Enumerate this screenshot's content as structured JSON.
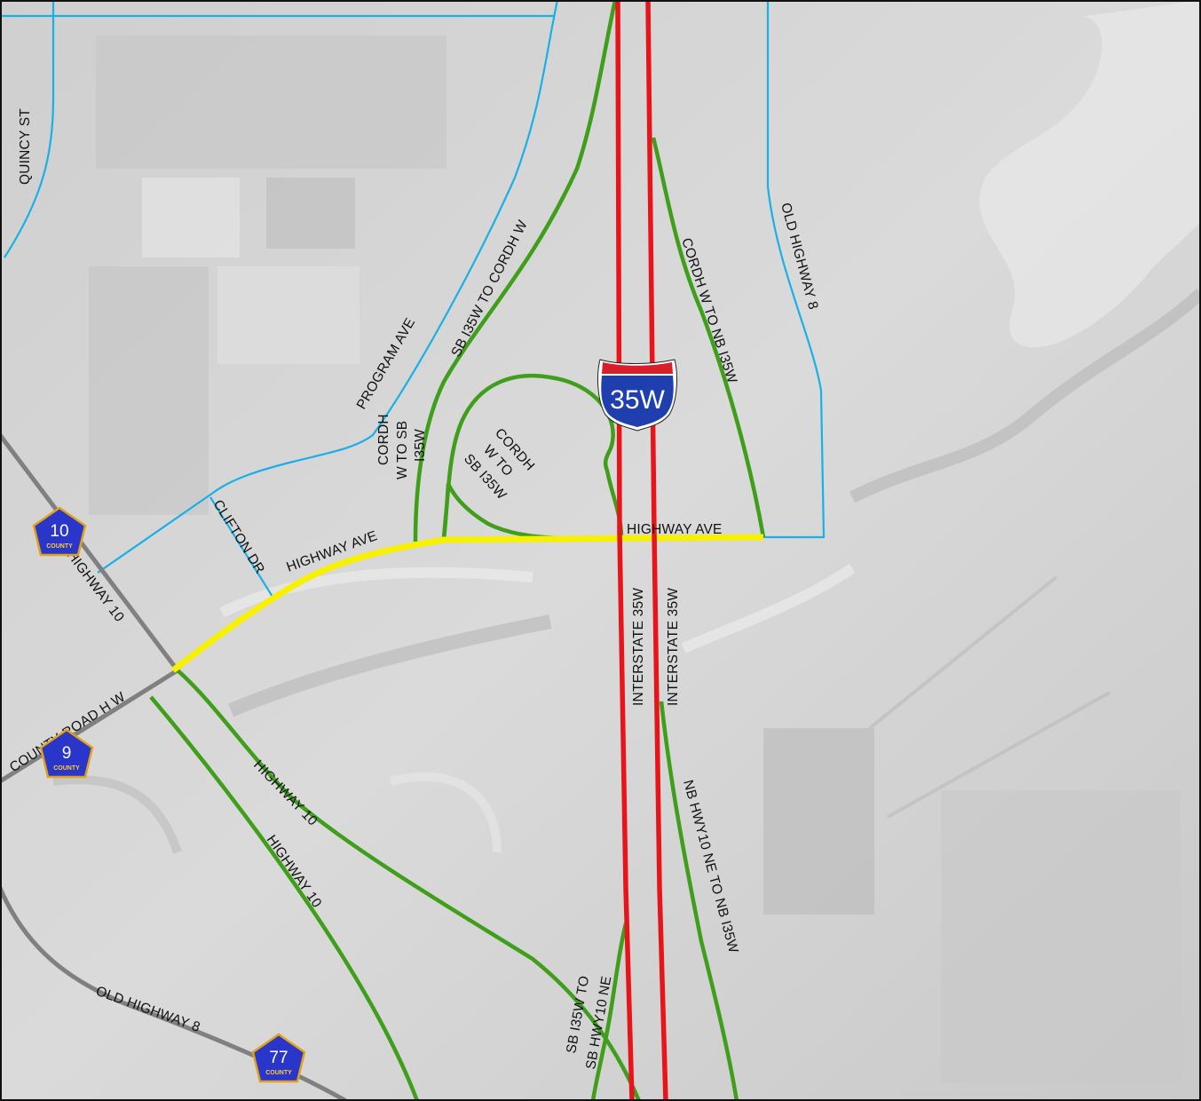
{
  "map": {
    "interstate_shield": {
      "route": "35W",
      "colors": {
        "top": "#d81e28",
        "body": "#1f3fae",
        "outline": "#ffffff"
      }
    },
    "county_shields": [
      {
        "number": "10",
        "sub": "COUNTY"
      },
      {
        "number": "9",
        "sub": "COUNTY"
      },
      {
        "number": "77",
        "sub": "COUNTY"
      }
    ],
    "labels": {
      "quincy_st": "QUINCY ST",
      "program_ave": "PROGRAM AVE",
      "sb_i35w_to_cordh_w": "SB I35W TO CORDH W",
      "cordh_w_to_sb_i35w_l1": "CORDH",
      "cordh_w_to_sb_i35w_l2": "W TO SB",
      "cordh_w_to_sb_i35w_l3": "I35W",
      "loop_l1": "CORDH",
      "loop_l2": "W TO",
      "loop_l3": "SB I35W",
      "cordh_w_to_nb_i35w": "CORDH W TO NB I35W",
      "old_highway_8_ne": "OLD HIGHWAY 8",
      "clifton_dr": "CLIFTON DR",
      "highway_ave_west": "HIGHWAY AVE",
      "highway_ave_east": "HIGHWAY AVE",
      "highway_10_nw": "HIGHWAY 10",
      "county_road_hw": "COUNTY ROAD H W",
      "interstate_35w_a": "INTERSTATE 35W",
      "interstate_35w_b": "INTERSTATE 35W",
      "highway_10_a": "HIGHWAY 10",
      "highway_10_b": "HIGHWAY 10",
      "nb_hwy10_ne_to_nb_i35w": "NB HWY10 NE TO NB I35W",
      "sb_i35w_to_sb_hwy10_ne_l1": "SB I35W TO",
      "sb_i35w_to_sb_hwy10_ne_l2": "SB HWY10 NE",
      "old_highway_8_sw": "OLD HIGHWAY 8"
    },
    "line_colors": {
      "interstate": "#e8141c",
      "ramp": "#3f9e1a",
      "local_street": "#19b0e6",
      "county_road": "#808080",
      "project_road": "#f7f000"
    }
  }
}
